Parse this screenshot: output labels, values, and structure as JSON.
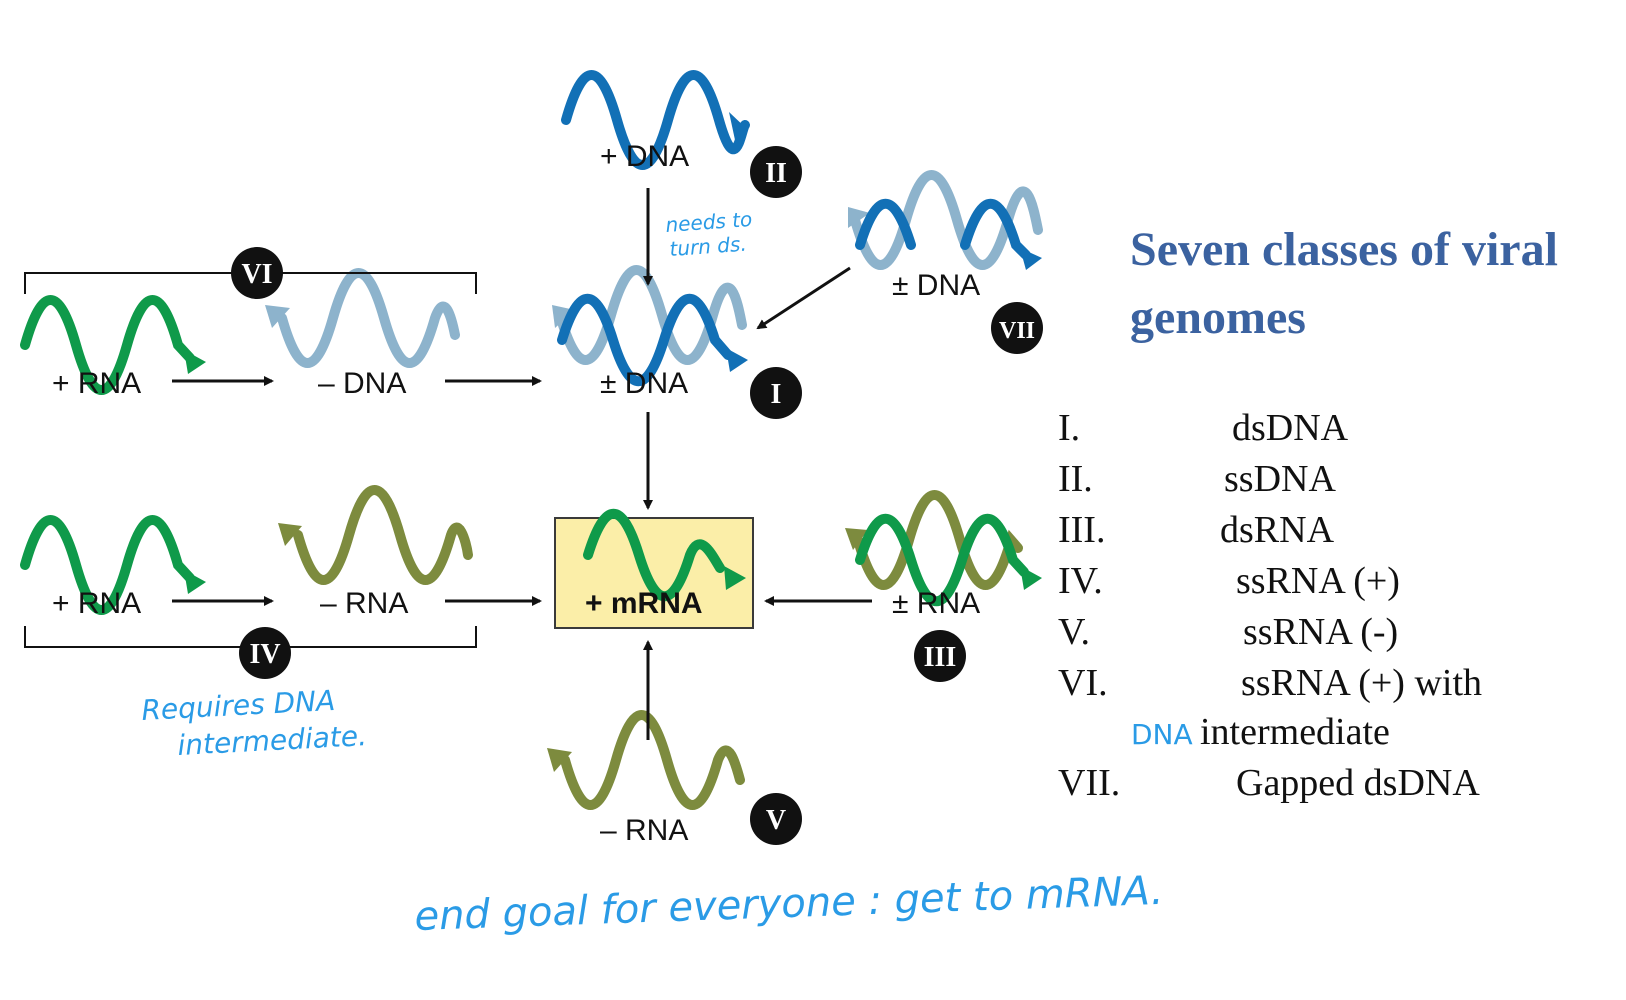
{
  "title": {
    "line1": "Seven classes of viral",
    "line2": "genomes"
  },
  "nodes": {
    "ii_plus_dna": "+ DNA",
    "vii_pm_dna": "± DNA",
    "vi_plus_rna": "+ RNA",
    "vi_minus_dna": "– DNA",
    "i_pm_dna": "± DNA",
    "iv_plus_rna": "+ RNA",
    "iv_minus_rna": "– RNA",
    "center_mrna": "+ mRNA",
    "iii_pm_rna": "± RNA",
    "v_minus_rna": "– RNA"
  },
  "badges": {
    "I": "I",
    "II": "II",
    "III": "III",
    "IV": "IV",
    "V": "V",
    "VI": "VI",
    "VII": "VII"
  },
  "classes": [
    {
      "numeral": "I.",
      "name": "dsDNA"
    },
    {
      "numeral": "II.",
      "name": "ssDNA"
    },
    {
      "numeral": "III.",
      "name": "dsRNA"
    },
    {
      "numeral": "IV.",
      "name": "ssRNA (+)"
    },
    {
      "numeral": "V.",
      "name": "ssRNA (-)"
    },
    {
      "numeral": "VI.",
      "name": "ssRNA (+) with"
    },
    {
      "numeral": "VII.",
      "name": "Gapped dsDNA"
    }
  ],
  "class_vi_continuation": {
    "handwritten_prefix": "DNA",
    "text": "intermediate"
  },
  "annotations": {
    "needs_line1": "needs to",
    "needs_line2": "turn ds.",
    "requires_line1": "Requires DNA",
    "requires_line2": "intermediate.",
    "end_goal": "end goal for everyone : get to mRNA."
  },
  "colors": {
    "green_plus_rna": "#0f9a4a",
    "olive_minus_rna": "#7d8b3e",
    "blue_plus_dna": "#1270b6",
    "lightblue_minus_dna": "#8db3cc",
    "mrna_box_fill": "#fbeea8",
    "title_blue": "#3b62a0",
    "handwriting_blue": "#2a9be6",
    "badge_black": "#111111"
  }
}
